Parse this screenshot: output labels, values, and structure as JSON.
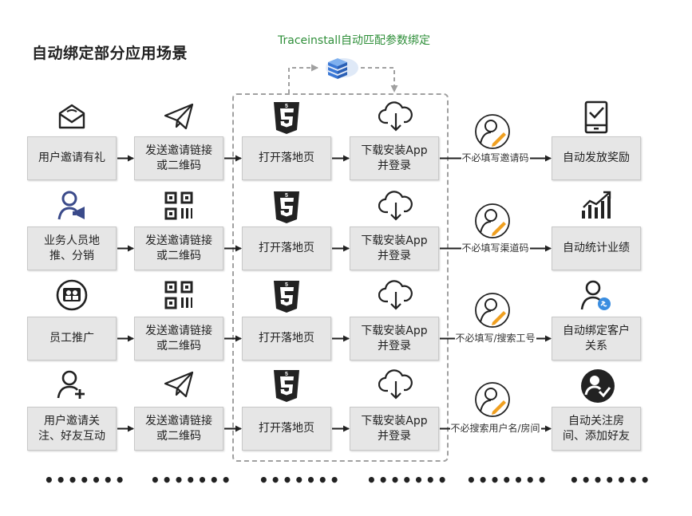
{
  "title": "自动绑定部分应用场景",
  "brand": "Traceinstall自动匹配参数绑定",
  "rows": [
    {
      "col1": "用户邀请有礼",
      "col2": "发送邀请链接\n或二维码",
      "col3": "打开落地页",
      "col4": "下载安装App\n并登录",
      "condition": "不必填写邀请码",
      "col6": "自动发放奖励",
      "icon1": "envelope-icon",
      "icon2": "paper-plane-icon",
      "icon6": "phone-check-icon"
    },
    {
      "col1": "业务人员地\n推、分销",
      "col2": "发送邀请链接\n或二维码",
      "col3": "打开落地页",
      "col4": "下载安装App\n并登录",
      "condition": "不必填写渠道码",
      "col6": "自动统计业绩",
      "icon1": "salesperson-megaphone-icon",
      "icon2": "qr-code-icon",
      "icon6": "bar-chart-up-icon"
    },
    {
      "col1": "员工推广",
      "col2": "发送邀请链接\n或二维码",
      "col3": "打开落地页",
      "col4": "下载安装App\n并登录",
      "condition": "不必填写/搜索工号",
      "col6": "自动绑定客户\n关系",
      "icon1": "employee-badge-icon",
      "icon2": "qr-code-icon",
      "icon6": "user-link-icon"
    },
    {
      "col1": "用户邀请关\n注、好友互动",
      "col2": "发送邀请链接\n或二维码",
      "col3": "打开落地页",
      "col4": "下载安装App\n并登录",
      "condition": "不必搜索用户名/房间",
      "col6": "自动关注房\n间、添加好友",
      "icon1": "user-add-icon",
      "icon2": "paper-plane-icon",
      "icon6": "user-check-icon"
    }
  ],
  "col3_icon": "html5-icon",
  "col4_icon": "cloud-download-icon",
  "condition_icon": "user-edit-icon",
  "brand_icon": "cloud-database-icon",
  "more": "•••••••",
  "colors": {
    "box": "#e6e6e6",
    "arrow": "#222222",
    "dashed": "#a0a0a0",
    "brand": "#2f8f3a",
    "accent": "#f0a020"
  }
}
